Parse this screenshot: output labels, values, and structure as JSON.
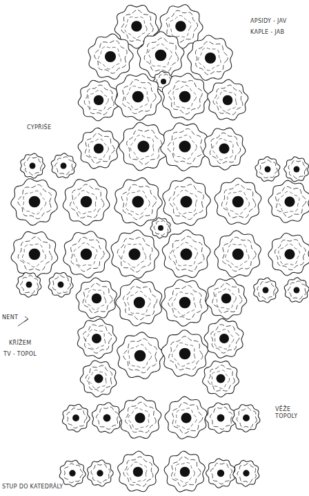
{
  "diagram": {
    "labels": [
      "APSIDY - JAV",
      "KAPLE - JAB",
      "CYPŘIŠE",
      "NENT",
      "KŘÍŽEM",
      "TV - TOPOL",
      "VĚŽE TOPOLY",
      "STUP DO KATEDRÁLY"
    ]
  }
}
